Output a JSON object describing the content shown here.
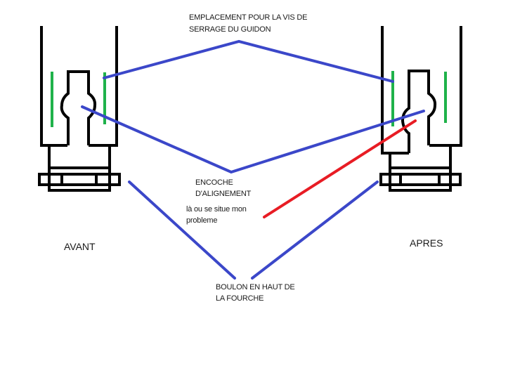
{
  "diagram": {
    "colors": {
      "outline": "#000000",
      "leader_line": "#3b47c9",
      "problem_line": "#e81c24",
      "clamp_marker": "#1fb24a",
      "background": "#ffffff"
    },
    "labels": {
      "clamp_screw_line1": "EMPLACEMENT POUR LA VIS DE",
      "clamp_screw_line2": "SERRAGE DU GUIDON",
      "notch_line1": "ENCOCHE",
      "notch_line2": "D'ALIGNEMENT",
      "problem_line1": "là  ou se situe mon",
      "problem_line2": "probleme",
      "bolt_line1": "BOULON EN HAUT DE",
      "bolt_line2": "LA FOURCHE",
      "before": "AVANT",
      "after": "APRES"
    },
    "parts": {
      "left": "stem-assembly-before",
      "right": "stem-assembly-after"
    }
  }
}
